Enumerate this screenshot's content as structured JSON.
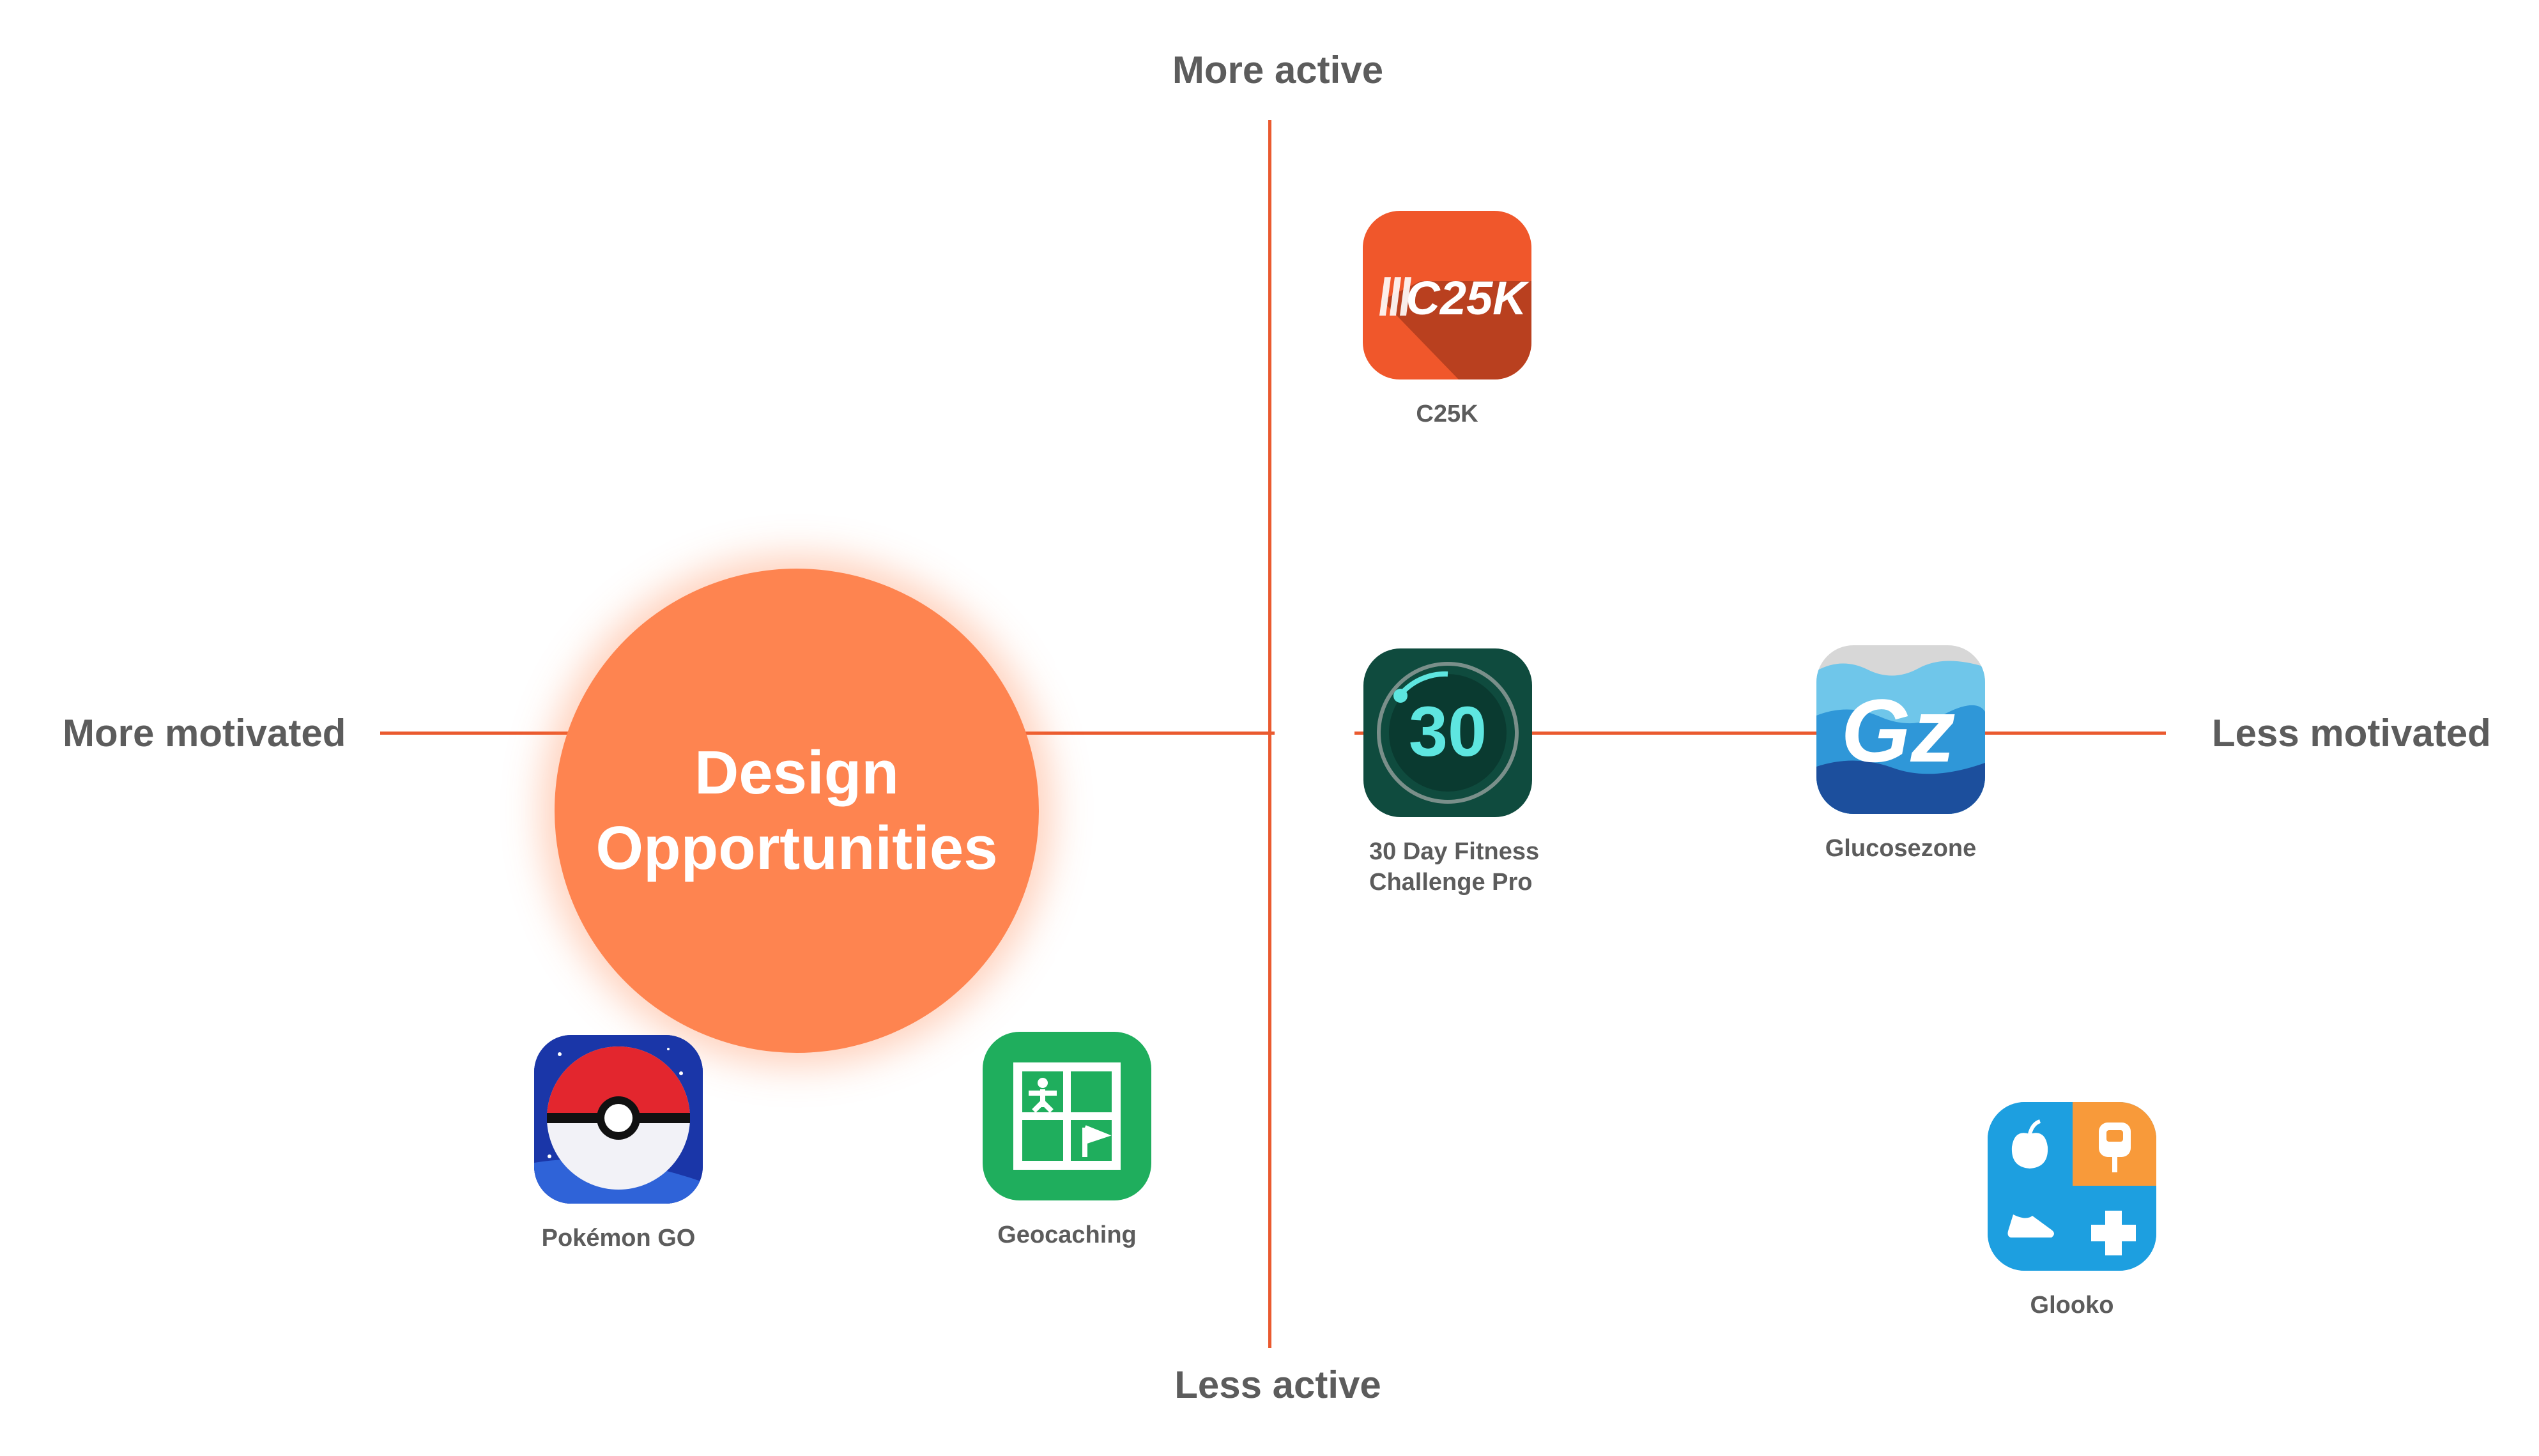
{
  "axes": {
    "top_label": "More active",
    "bottom_label": "Less active",
    "left_label": "More motivated",
    "right_label": "Less motivated",
    "line_color": "#ea5a2f"
  },
  "highlight": {
    "line1": "Design",
    "line2": "Opportunities",
    "color": "#fe8450"
  },
  "apps": {
    "c25k": {
      "label": "C25K",
      "icon_text": "C25K",
      "icon": "c25k-running-icon"
    },
    "fitness": {
      "label_line1": "30 Day Fitness",
      "label_line2": "Challenge Pro",
      "icon_text": "30",
      "icon": "30-day-fitness-icon"
    },
    "glucosezone": {
      "label": "Glucosezone",
      "icon_text": "Gz",
      "icon": "glucosezone-icon"
    },
    "pokemon": {
      "label": "Pokémon GO",
      "icon": "pokeball-icon"
    },
    "geocaching": {
      "label": "Geocaching",
      "icon": "geocaching-icon"
    },
    "glooko": {
      "label": "Glooko",
      "icon": "glooko-icon"
    }
  }
}
